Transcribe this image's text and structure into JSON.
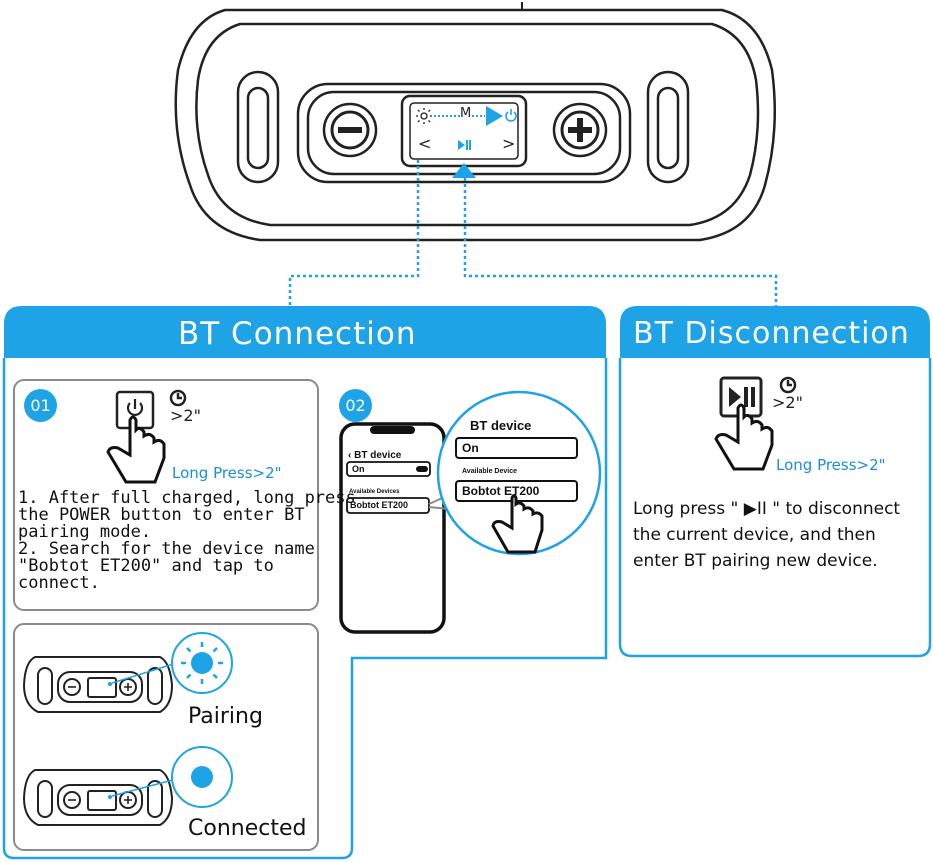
{
  "device_top": {
    "screen_labels": {
      "mode": "M",
      "prev": "<",
      "next": ">"
    }
  },
  "bt_connection": {
    "title": "BT  Connection",
    "step1": {
      "badge": "01",
      "hold_time": ">2\"",
      "long_press_label": "Long Press>2\"",
      "instructions": [
        "1. After full charged, long press",
        "the POWER button to enter BT",
        "pairing mode.",
        "2. Search for the device name",
        "\"Bobtot ET200\" and tap to",
        "connect."
      ]
    },
    "step2": {
      "badge": "02",
      "phone": {
        "header": "BT device",
        "toggle_label": "On",
        "section_label": "Available Devices",
        "device_name": "Bobtot ET200"
      },
      "zoom": {
        "header": "BT device",
        "toggle_label": "On",
        "section_label": "Available Device",
        "device_name": "Bobtot ET200"
      }
    },
    "status": {
      "pairing_label": "Pairing",
      "connected_label": "Connected"
    }
  },
  "bt_disconnection": {
    "title": "BT Disconnection",
    "hold_time": ">2\"",
    "long_press_label": "Long Press>2\"",
    "instructions": [
      "Long press \" ▶II \" to disconnect",
      "the current device, and then",
      "enter BT pairing new device."
    ]
  },
  "colors": {
    "accent": "#1ea3e6",
    "accent_dark": "#1a8fd8",
    "line": "#333333",
    "gray_border": "#8a8a8a"
  }
}
